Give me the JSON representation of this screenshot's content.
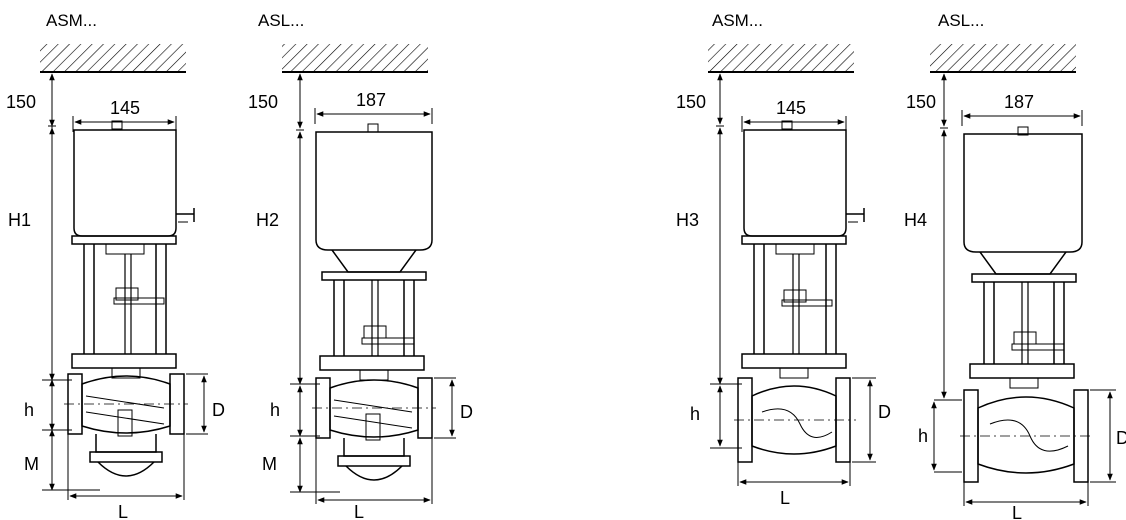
{
  "figures": [
    {
      "id": "asm-3way",
      "model": "ASM...",
      "clearance": "150",
      "width": "145",
      "height_label": "H1",
      "h_label": "h",
      "M_label": "M",
      "L_label": "L",
      "D_label": "D"
    },
    {
      "id": "asl-3way",
      "model": "ASL...",
      "clearance": "150",
      "width": "187",
      "height_label": "H2",
      "h_label": "h",
      "M_label": "M",
      "L_label": "L",
      "D_label": "D"
    },
    {
      "id": "asm-2way",
      "model": "ASM...",
      "clearance": "150",
      "width": "145",
      "height_label": "H3",
      "h_label": "h",
      "L_label": "L",
      "D_label": "D"
    },
    {
      "id": "asl-2way",
      "model": "ASL...",
      "clearance": "150",
      "width": "187",
      "height_label": "H4",
      "h_label": "h",
      "L_label": "L",
      "D_label": "D"
    }
  ]
}
